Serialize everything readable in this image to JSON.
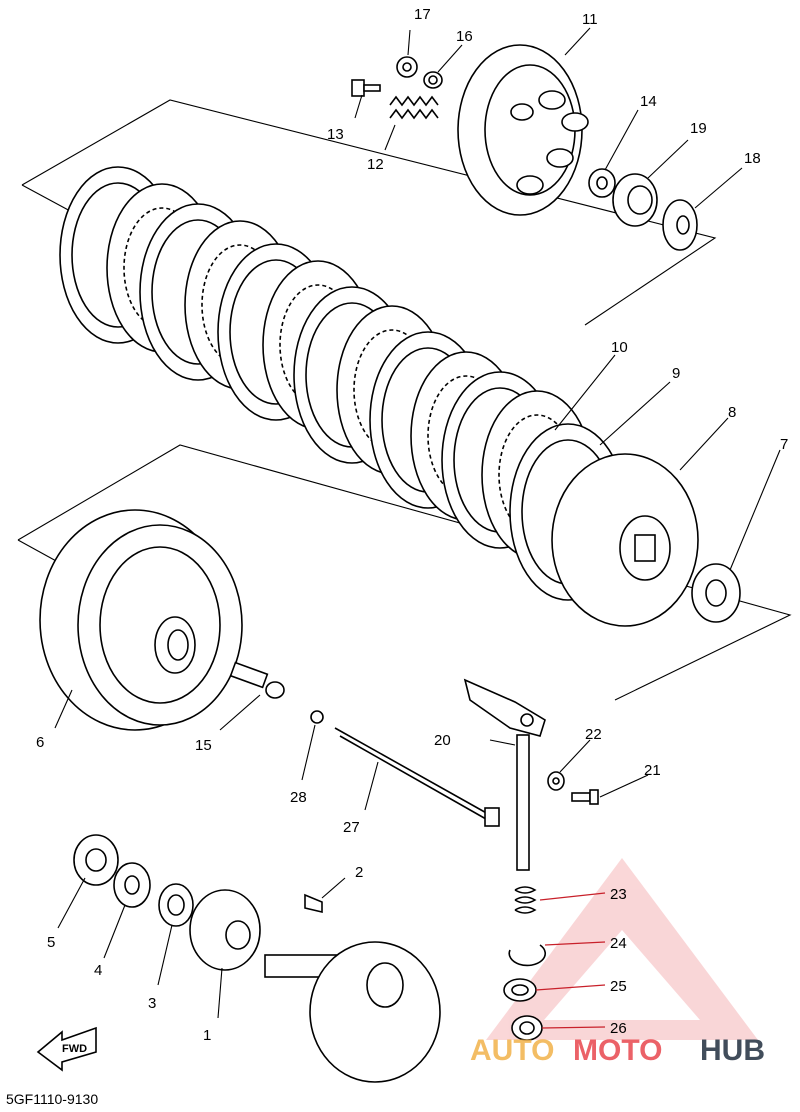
{
  "diagram_code": "5GF1110-9130",
  "fwd_label": "FWD",
  "watermark": {
    "part1": "AUTO",
    "part2": "MOTO",
    "part3": "HUB",
    "colors": {
      "auto": "#f2b24a",
      "moto": "#e8474e",
      "hub": "#2d3a4a",
      "triangle": "#e8474e"
    }
  },
  "callouts": {
    "n1": "1",
    "n2": "2",
    "n3": "3",
    "n4": "4",
    "n5": "5",
    "n6": "6",
    "n7": "7",
    "n8": "8",
    "n9": "9",
    "n10": "10",
    "n11": "11",
    "n12": "12",
    "n13": "13",
    "n14": "14",
    "n15": "15",
    "n16": "16",
    "n17": "17",
    "n18": "18",
    "n19": "19",
    "n20": "20",
    "n21": "21",
    "n22": "22",
    "n23": "23",
    "n24": "24",
    "n25": "25",
    "n26": "26",
    "n27": "27",
    "n28": "28"
  }
}
